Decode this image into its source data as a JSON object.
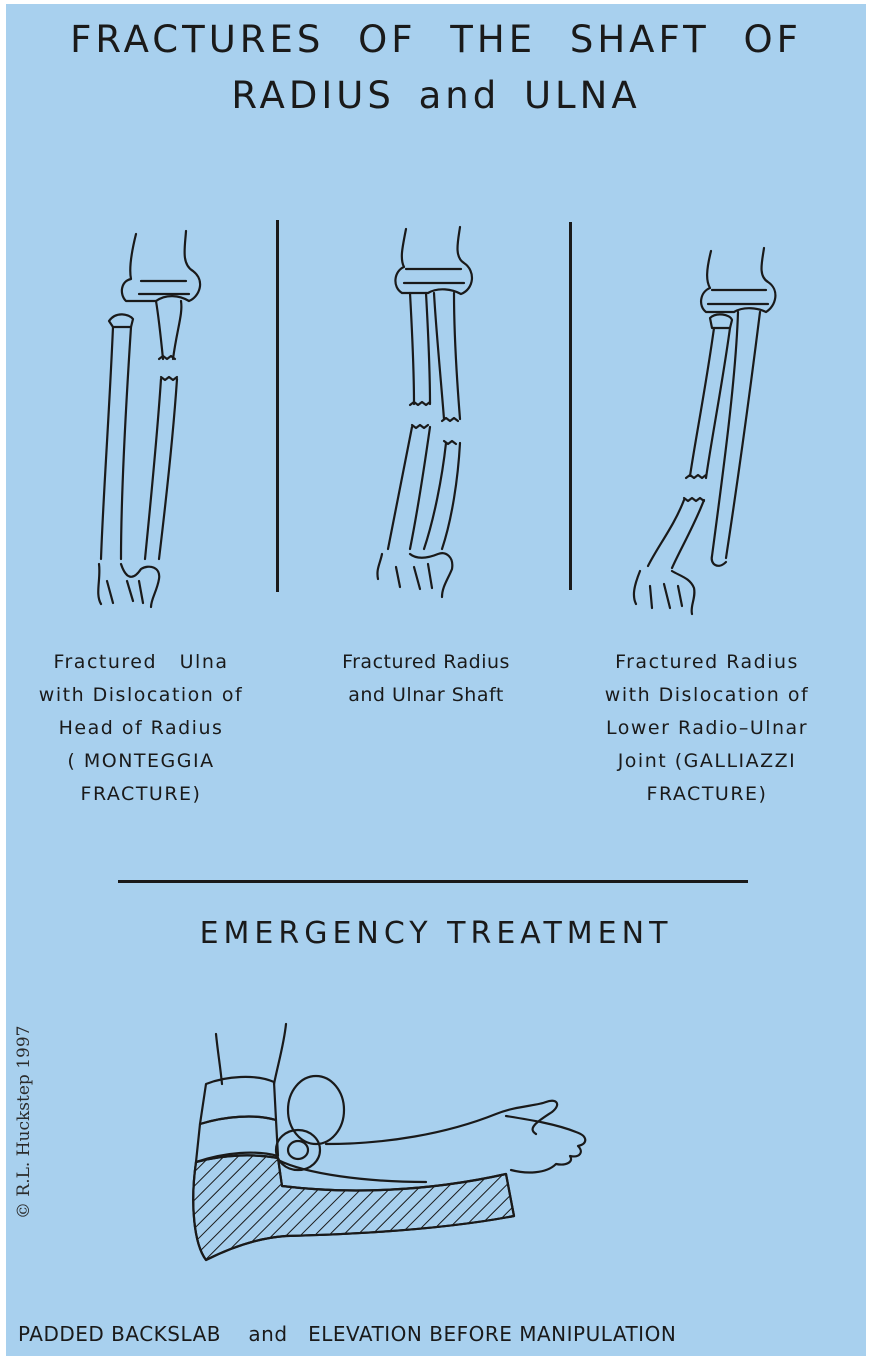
{
  "title": {
    "line1": "FRACTURES OF THE SHAFT OF",
    "line2": "RADIUS and ULNA"
  },
  "panels": [
    {
      "caption": "Fractured   Ulna\nwith Dislocation of\nHead of Radius\n( MONTEGGIA\nFRACTURE)"
    },
    {
      "caption": "Fractured Radius\nand Ulnar Shaft"
    },
    {
      "caption": "Fractured Radius\nwith Dislocation of\nLower Radio–Ulnar\nJoint (GALLIAZZI\nFRACTURE)"
    }
  ],
  "section_heading": "EMERGENCY TREATMENT",
  "footer": "PADDED BACKSLAB    and   ELEVATION BEFORE MANIPULATION",
  "copyright": "© R.L. Huckstep 1997",
  "colors": {
    "background": "#a8d0ee",
    "ink": "#1a1a1a"
  }
}
